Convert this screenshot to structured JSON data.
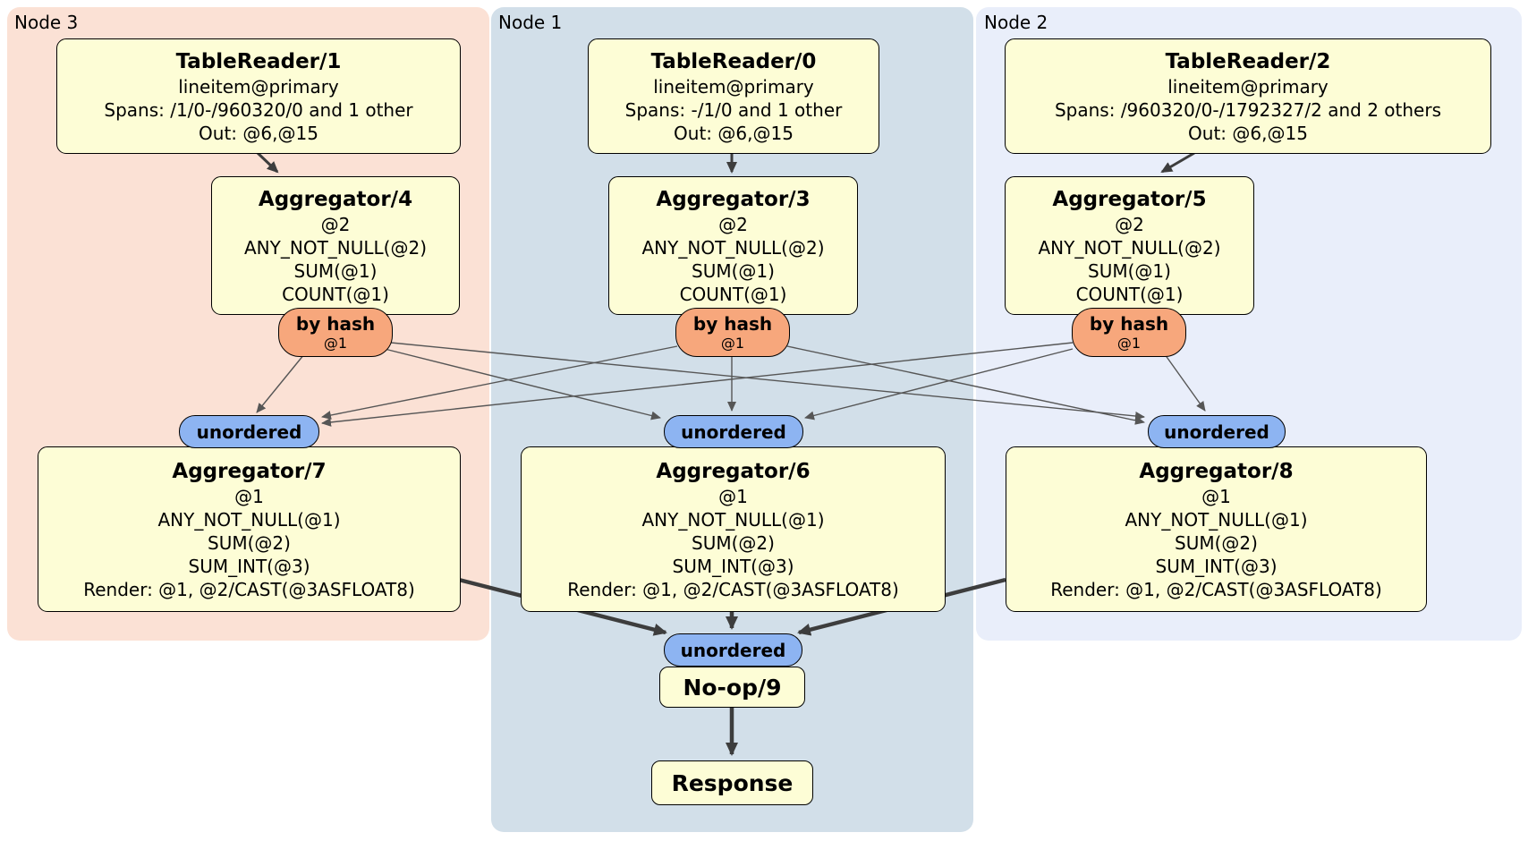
{
  "regions": {
    "node3": {
      "label": "Node 3",
      "color": "#fbe1d5"
    },
    "node1": {
      "label": "Node 1",
      "color": "#d2dfe9"
    },
    "node2": {
      "label": "Node 2",
      "color": "#e9eefa"
    }
  },
  "colors": {
    "process_box_fill": "#fdfdd6",
    "hash_router_fill": "#f7a77c",
    "sync_pill_fill": "#8db4f2",
    "edge_thin": "#565656",
    "edge_thick": "#3d3d3d",
    "box_border": "#000000"
  },
  "processors": {
    "tr1": {
      "title": "TableReader/1",
      "lines": [
        "lineitem@primary",
        "Spans: /1/0-/960320/0 and 1 other",
        "Out: @6,@15"
      ]
    },
    "tr0": {
      "title": "TableReader/0",
      "lines": [
        "lineitem@primary",
        "Spans: -/1/0 and 1 other",
        "Out: @6,@15"
      ]
    },
    "tr2": {
      "title": "TableReader/2",
      "lines": [
        "lineitem@primary",
        "Spans: /960320/0-/1792327/2 and 2 others",
        "Out: @6,@15"
      ]
    },
    "agg4": {
      "title": "Aggregator/4",
      "lines": [
        "@2",
        "ANY_NOT_NULL(@2)",
        "SUM(@1)",
        "COUNT(@1)"
      ]
    },
    "agg3": {
      "title": "Aggregator/3",
      "lines": [
        "@2",
        "ANY_NOT_NULL(@2)",
        "SUM(@1)",
        "COUNT(@1)"
      ]
    },
    "agg5": {
      "title": "Aggregator/5",
      "lines": [
        "@2",
        "ANY_NOT_NULL(@2)",
        "SUM(@1)",
        "COUNT(@1)"
      ]
    },
    "agg7": {
      "title": "Aggregator/7",
      "lines": [
        "@1",
        "ANY_NOT_NULL(@1)",
        "SUM(@2)",
        "SUM_INT(@3)",
        "Render: @1, @2/CAST(@3ASFLOAT8)"
      ]
    },
    "agg6": {
      "title": "Aggregator/6",
      "lines": [
        "@1",
        "ANY_NOT_NULL(@1)",
        "SUM(@2)",
        "SUM_INT(@3)",
        "Render: @1, @2/CAST(@3ASFLOAT8)"
      ]
    },
    "agg8": {
      "title": "Aggregator/8",
      "lines": [
        "@1",
        "ANY_NOT_NULL(@1)",
        "SUM(@2)",
        "SUM_INT(@3)",
        "Render: @1, @2/CAST(@3ASFLOAT8)"
      ]
    },
    "noop": {
      "title": "No-op/9"
    },
    "response": {
      "title": "Response"
    }
  },
  "routers": {
    "hash_node3": {
      "label": "by hash",
      "detail": "@1"
    },
    "hash_node1": {
      "label": "by hash",
      "detail": "@1"
    },
    "hash_node2": {
      "label": "by hash",
      "detail": "@1"
    },
    "sync_left": {
      "label": "unordered"
    },
    "sync_mid": {
      "label": "unordered"
    },
    "sync_right": {
      "label": "unordered"
    },
    "sync_final": {
      "label": "unordered"
    }
  },
  "flows": [
    "TableReader/1 -> Aggregator/4",
    "TableReader/0 -> Aggregator/3",
    "TableReader/2 -> Aggregator/5",
    "Aggregator/4 by hash @1 -> unordered(left), unordered(mid), unordered(right)",
    "Aggregator/3 by hash @1 -> unordered(left), unordered(mid), unordered(right)",
    "Aggregator/5 by hash @1 -> unordered(left), unordered(mid), unordered(right)",
    "Aggregator/7 -> unordered(final)",
    "Aggregator/6 -> unordered(final)",
    "Aggregator/8 -> unordered(final)",
    "unordered(final) -> No-op/9 -> Response"
  ]
}
